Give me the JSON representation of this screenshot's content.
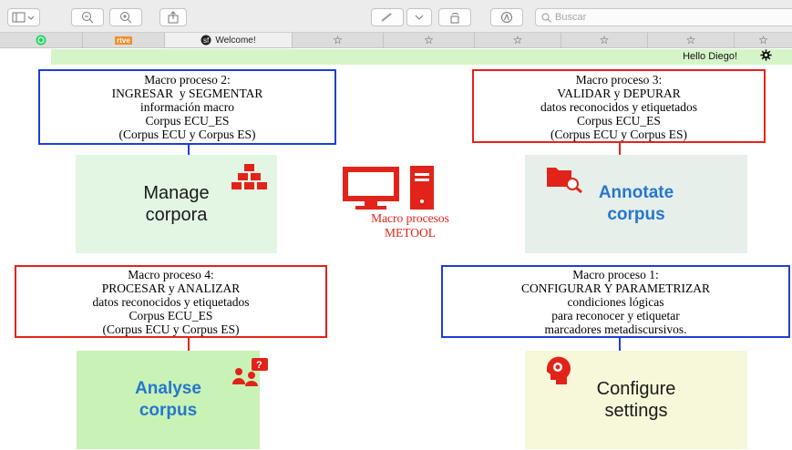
{
  "browser": {
    "search_placeholder": "Buscar",
    "tabs": [
      {
        "label": ""
      },
      {
        "label": "rtve"
      },
      {
        "label": "Welcome!"
      },
      {
        "label": "☆"
      },
      {
        "label": "☆"
      },
      {
        "label": "☆"
      },
      {
        "label": "☆"
      },
      {
        "label": "☆"
      },
      {
        "label": "☆"
      }
    ],
    "greeting": "Hello Diego!"
  },
  "diagram": {
    "boxes": [
      {
        "lines": [
          "Macro proceso 2:",
          "INGRESAR  y SEGMENTAR",
          "información macro",
          "Corpus ECU_ES",
          "(Corpus ECU y Corpus ES)"
        ],
        "border": "#1d3fd6"
      },
      {
        "lines": [
          "Macro proceso 3:",
          "VALIDAR y DEPURAR",
          "datos reconocidos y etiquetados",
          "Corpus ECU_ES",
          "(Corpus ECU y Corpus ES)"
        ],
        "border": "#e2231a"
      },
      {
        "lines": [
          "Macro proceso 4:",
          "PROCESAR y ANALIZAR",
          "datos reconocidos y etiquetados",
          "Corpus ECU_ES",
          "(Corpus ECU y Corpus ES)"
        ],
        "border": "#e2231a"
      },
      {
        "lines": [
          "Macro proceso 1:",
          "CONFIGURAR Y PARAMETRIZAR",
          "condiciones lógicas",
          "para reconocer y etiquetar",
          "marcadores metadiscursivos."
        ],
        "border": "#1d3fd6"
      }
    ],
    "cards": [
      {
        "lines": [
          "Manage",
          "corpora"
        ],
        "bg": "#e3f6e3",
        "text_color": "#1a1a1a"
      },
      {
        "lines": [
          "Annotate",
          "corpus"
        ],
        "bg": "#e7efea",
        "text_color": "#2577cc"
      },
      {
        "lines": [
          "Analyse",
          "corpus"
        ],
        "bg": "#c9f2b6",
        "text_color": "#2577cc"
      },
      {
        "lines": [
          "Configure",
          "settings"
        ],
        "bg": "#f7f7d9",
        "text_color": "#1a1a1a"
      }
    ],
    "center": {
      "lines": [
        "Macro procesos",
        "METOOL"
      ],
      "color": "#e2231a"
    }
  },
  "colors": {
    "accent_red": "#e2231a",
    "accent_blue": "#1d3fd6",
    "greenbar": "#d5f5c9"
  }
}
